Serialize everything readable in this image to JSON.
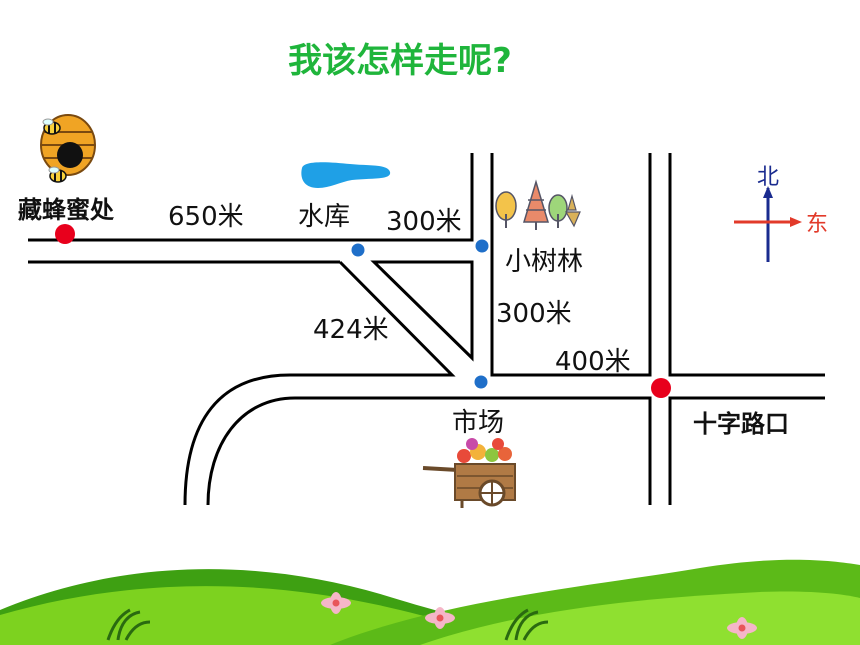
{
  "title": "我该怎样走呢?",
  "places": {
    "beehive": "藏蜂蜜处",
    "reservoir": "水库",
    "grove": "小树林",
    "market": "市场",
    "crossroad": "十字路口"
  },
  "distances": {
    "beehive_to_reservoir": "650米",
    "reservoir_to_corner": "300米",
    "diagonal": "424米",
    "grove_to_market": "300米",
    "market_to_crossroad": "400米"
  },
  "compass": {
    "north": "北",
    "east": "东"
  },
  "colors": {
    "title": "#1fb53b",
    "start_dot": "#e8001c",
    "waypoint_dot": "#1f6fc9",
    "water": "#1fa0e6",
    "grass_dark": "#3ea012",
    "grass_light": "#7dd21f",
    "compass": "#1a2b8f",
    "compass_arrow": "#e23a2a"
  }
}
